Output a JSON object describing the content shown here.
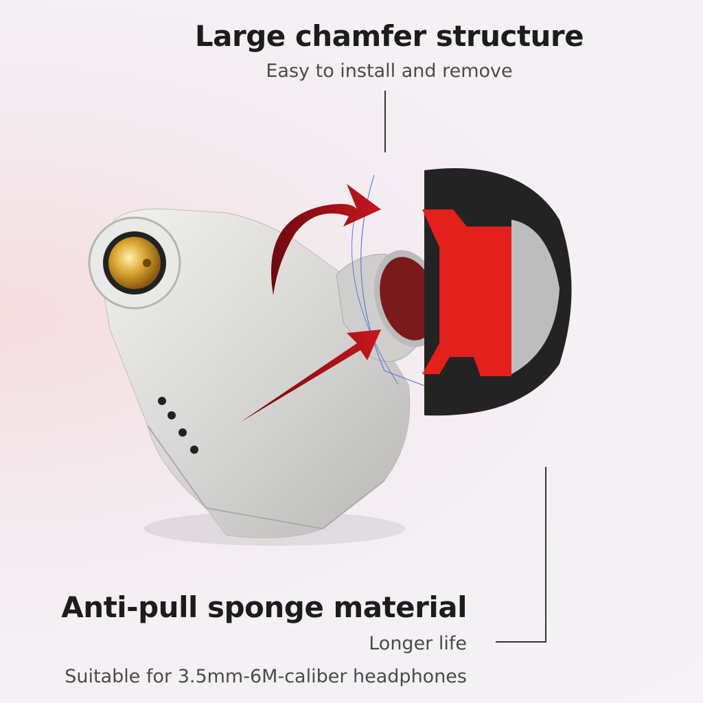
{
  "top_callout": {
    "title": "Large chamfer structure",
    "subtitle": "Easy to install and remove"
  },
  "bottom_callout": {
    "title": "Anti-pull sponge material",
    "subtitle": "Longer life",
    "note": "Suitable for 3.5mm-6M-caliber headphones"
  },
  "colors": {
    "arrow": "#b3121a",
    "tip_core": "#e3201b",
    "foam": "#222222",
    "body": "#d9d8d6",
    "connector": "#d9a630"
  }
}
